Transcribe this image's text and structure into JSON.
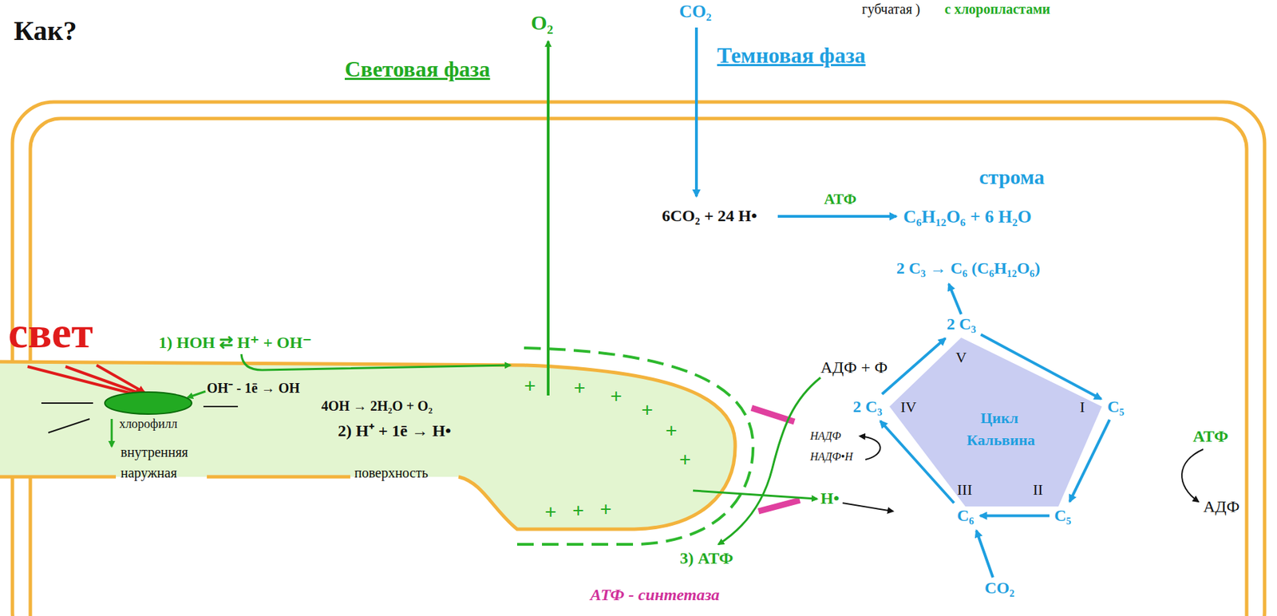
{
  "diagram": {
    "nodes": [
      {
        "text": [
          "хлорофилл"
        ]
      },
      {
        "text": [
          "2 C₃"
        ]
      },
      {
        "text": [
          "C₅"
        ]
      },
      {
        "text": [
          "C₅"
        ]
      },
      {
        "text": [
          "C₆"
        ]
      },
      {
        "text": [
          "2 C₃"
        ]
      }
    ],
    "edges": [
      {
        "from": 1,
        "to": 2,
        "arrow": "to"
      },
      {
        "from": 2,
        "to": 3,
        "arrow": "to"
      },
      {
        "from": 3,
        "to": 4,
        "arrow": "to"
      },
      {
        "from": 4,
        "to": 5,
        "arrow": "to"
      },
      {
        "from": 5,
        "to": 1,
        "arrow": "to"
      }
    ],
    "labels": [
      "Как?",
      "губчатая )",
      "с хлоропластами",
      "O₂",
      "CO₂",
      "Световая фаза",
      "Темновая фаза",
      "строма",
      "6CO₂ + 24 Н•",
      "АТФ",
      "C₆H₁₂O₆ + 6 H₂O",
      "2 C₃ → C₆ (C₆H₁₂O₆)",
      "V",
      "I",
      "II",
      "III",
      "IV",
      "Цикл",
      "Кальвина",
      "АТФ",
      "АДФ",
      "CO₂",
      "АДФ + Ф",
      "НАДФ",
      "НАДФ•Н",
      "Н•",
      "свет",
      "1) НОН ⇄ Н⁺ + ОН⁻",
      "ОН⁻ - 1ē → ОН",
      "4ОН → 2Н₂О + О₂",
      "2) Н⁺ + 1ē → Н•",
      "внутренняя",
      "наружная",
      "поверхность",
      "3) АТФ",
      "АТФ - синтетаза",
      "+",
      "+",
      "+",
      "+",
      "+",
      "+",
      "+",
      "+",
      "+"
    ]
  }
}
